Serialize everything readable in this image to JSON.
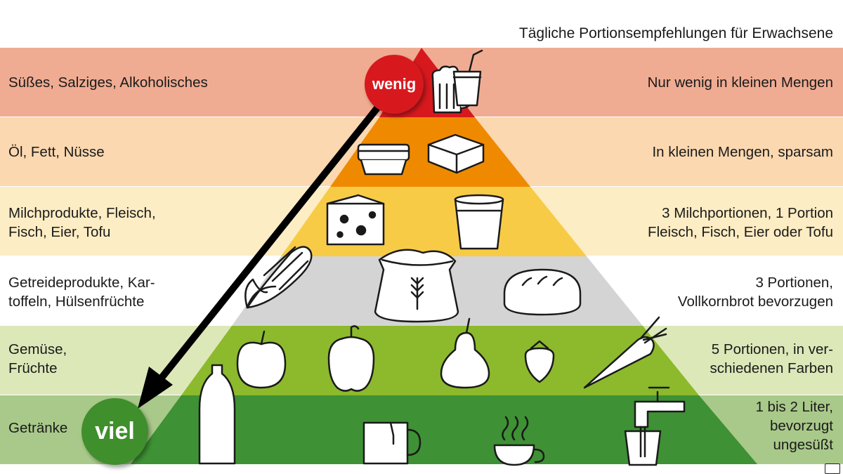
{
  "header": {
    "title": "Tägliche Portionsempfehlungen für Erwachsene"
  },
  "badges": {
    "top": "wenig",
    "bottom": "viel"
  },
  "colors": {
    "band_bg": [
      "#f0ac92",
      "#fbd8b0",
      "#fdedc4",
      "#ffffff",
      "#dde8b9",
      "#a9c98a"
    ],
    "tier": [
      "#d7191e",
      "#ef8a00",
      "#f8cb47",
      "#d4d4d4",
      "#8cba2c",
      "#3e9134"
    ]
  },
  "levels": [
    {
      "left": [
        "Süßes, Salziges, Alkoholisches"
      ],
      "right": [
        "Nur wenig in kleinen Mengen"
      ],
      "icons": [
        "beer-mug-icon",
        "drink-cup-straw-icon"
      ]
    },
    {
      "left": [
        "Öl, Fett, Nüsse"
      ],
      "right": [
        "In kleinen Mengen, sparsam"
      ],
      "icons": [
        "margarine-tub-icon",
        "butter-block-icon"
      ]
    },
    {
      "left": [
        "Milchprodukte, Fleisch,",
        "Fisch, Eier, Tofu"
      ],
      "right": [
        "3 Milchportionen, 1 Portion",
        "Fleisch, Fisch, Eier oder Tofu"
      ],
      "icons": [
        "cheese-icon",
        "yogurt-cup-icon"
      ]
    },
    {
      "left": [
        "Getreideprodukte, Kar-",
        "toffeln, Hülsenfrüchte"
      ],
      "right": [
        "3 Portionen,",
        "Vollkornbrot bevorzugen"
      ],
      "icons": [
        "corn-cob-icon",
        "grain-sack-icon",
        "bread-loaf-icon"
      ]
    },
    {
      "left": [
        "Gemüse,",
        "Früchte"
      ],
      "right": [
        "5 Portionen, in ver-",
        "schiedenen Farben"
      ],
      "icons": [
        "apple-icon",
        "bell-pepper-icon",
        "pear-icon",
        "strawberry-icon",
        "carrot-icon"
      ]
    },
    {
      "left": [
        "Getränke"
      ],
      "right": [
        "1 bis 2 Liter,",
        "bevorzugt",
        "ungesüßt"
      ],
      "icons": [
        "water-bottle-icon",
        "tea-mug-icon",
        "coffee-cup-icon",
        "water-tap-glass-icon"
      ]
    }
  ]
}
